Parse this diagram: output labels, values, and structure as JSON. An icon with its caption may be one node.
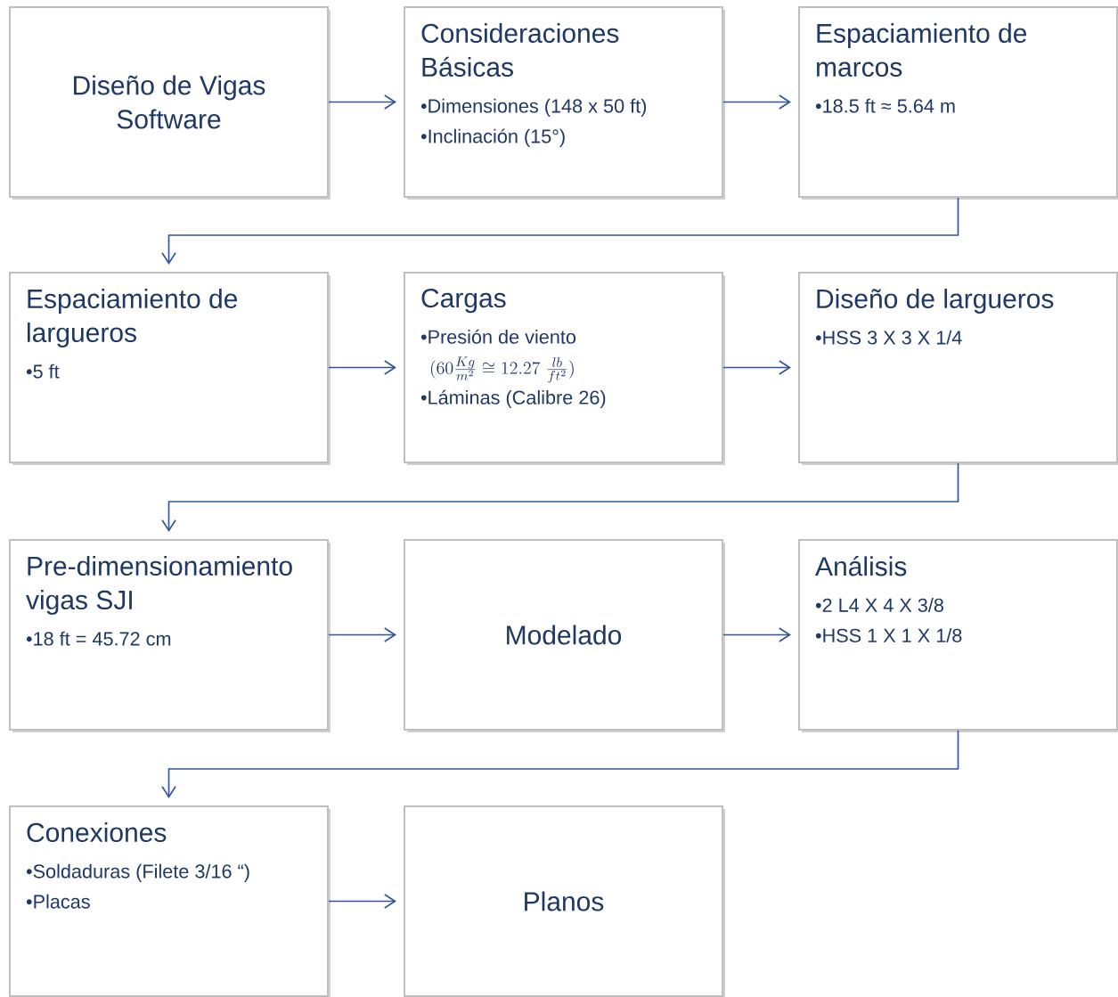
{
  "diagram": {
    "nodes": [
      {
        "text": [
          "Diseño de Vigas Software"
        ]
      },
      {
        "text": [
          "Consideraciones Básicas",
          "•Dimensiones (148 x 50 ft)",
          "•Inclinación (15°)"
        ]
      },
      {
        "text": [
          "Espaciamiento de marcos",
          "•18.5 ft ≈ 5.64 m"
        ]
      },
      {
        "text": [
          "Espaciamiento de largueros",
          "•5 ft"
        ]
      },
      {
        "text": [
          "Cargas",
          "•Presión de viento",
          "(60\\frac{Kg}{m^{2}}\\cong 12.27\\ \\frac{lb}{ft^{2}})",
          "•Láminas (Calibre 26)"
        ]
      },
      {
        "text": [
          "Diseño de largueros",
          "•HSS 3 X 3 X 1/4"
        ]
      },
      {
        "text": [
          "Pre-dimensionamiento vigas SJI",
          "•18 ft = 45.72 cm"
        ]
      },
      {
        "text": [
          "Modelado"
        ]
      },
      {
        "text": [
          "Análisis",
          "•2 L4 X 4 X 3/8",
          "•HSS 1 X 1 X 1/8"
        ]
      },
      {
        "text": [
          "Conexiones",
          "•Soldaduras (Filete 3/16 “)",
          "•Placas"
        ]
      },
      {
        "text": [
          "Planos"
        ]
      }
    ],
    "edges": [
      {
        "from": 0,
        "to": 1,
        "arrow": "to"
      },
      {
        "from": 1,
        "to": 2,
        "arrow": "to"
      },
      {
        "from": 2,
        "to": 3,
        "arrow": "to"
      },
      {
        "from": 3,
        "to": 4,
        "arrow": "to"
      },
      {
        "from": 4,
        "to": 5,
        "arrow": "to"
      },
      {
        "from": 5,
        "to": 6,
        "arrow": "to"
      },
      {
        "from": 6,
        "to": 7,
        "arrow": "to"
      },
      {
        "from": 7,
        "to": 8,
        "arrow": "to"
      },
      {
        "from": 8,
        "to": 9,
        "arrow": "to"
      },
      {
        "from": 9,
        "to": 10,
        "arrow": "to"
      }
    ]
  }
}
